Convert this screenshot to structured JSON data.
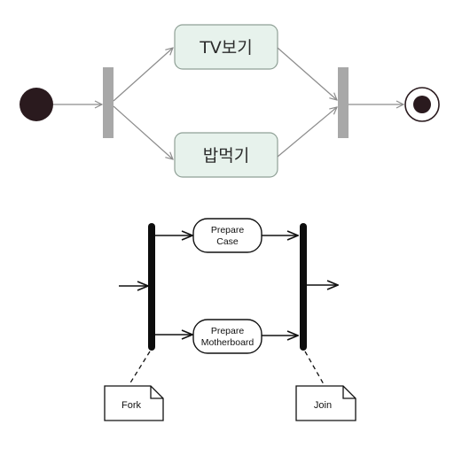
{
  "diagram_top": {
    "action_watch_tv": "TV보기",
    "action_eat": "밥먹기",
    "colors": {
      "action_fill": "#e7f2ec",
      "action_stroke": "#8fa096",
      "bar_fill": "#a8a8a8",
      "initial_node": "#2a1a1e",
      "edge": "#8c8c8c"
    }
  },
  "diagram_bottom": {
    "action_case_line1": "Prepare",
    "action_case_line2": "Case",
    "action_mb_line1": "Prepare",
    "action_mb_line2": "Motherboard",
    "note_fork": "Fork",
    "note_join": "Join"
  }
}
